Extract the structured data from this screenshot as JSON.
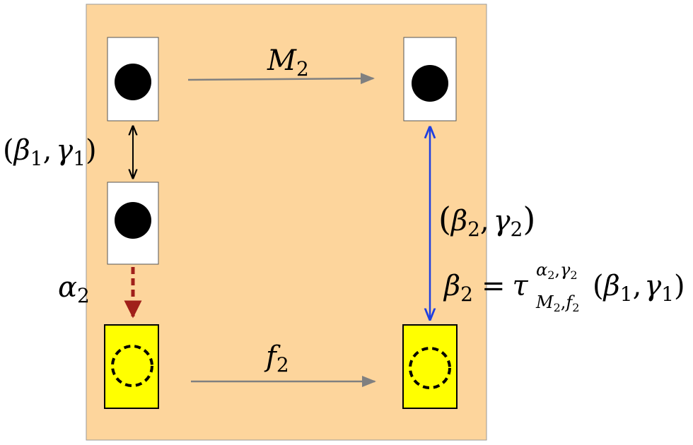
{
  "panel": {
    "background": "#fdd59c",
    "border": "#9a9a9a"
  },
  "boxes": {
    "white_fill": "#ffffff",
    "yellow_fill": "#ffff00",
    "dot_color": "#000000"
  },
  "arrows": {
    "grey": "#808080",
    "black": "#000000",
    "blue": "#1f3fe0",
    "dashed_red": "#a0201a"
  },
  "labels": {
    "M": "M",
    "M_sub": "2",
    "f": "f",
    "f_sub": "2",
    "alpha": "α",
    "alpha_sub": "2",
    "left_pair": {
      "open": "(",
      "beta": "β",
      "beta_sub": "1",
      "comma": ",",
      "gamma": "γ",
      "gamma_sub": "1",
      "close": ")"
    },
    "right_pair": {
      "open": "(",
      "beta": "β",
      "beta_sub": "2",
      "comma": ",",
      "gamma": "γ",
      "gamma_sub": "2",
      "close": ")"
    },
    "equation": {
      "lhs": "β",
      "lhs_sub": "2",
      "eq": "=",
      "tau": "τ",
      "sup": "α",
      "sup_sub": "2",
      "sup_comma": ",",
      "sup_gamma": "γ",
      "sup_gamma_sub": "2",
      "sub_M": "M",
      "sub_M_sub": "2",
      "sub_comma": ",",
      "sub_f": "f",
      "sub_f_sub": "2",
      "args_open": "(",
      "arg_beta": "β",
      "arg_beta_sub": "1",
      "args_comma": ",",
      "arg_gamma": "γ",
      "arg_gamma_sub": "1",
      "args_close": ")"
    }
  }
}
